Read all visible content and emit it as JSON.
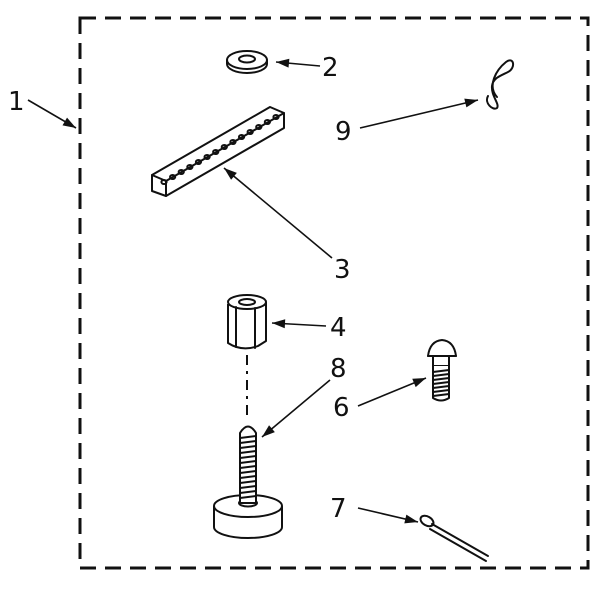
{
  "diagram": {
    "callouts": [
      {
        "id": "1",
        "label": "1",
        "part": "kit-outline"
      },
      {
        "id": "2",
        "label": "2",
        "part": "washer"
      },
      {
        "id": "3",
        "label": "3",
        "part": "perforated-strap"
      },
      {
        "id": "4",
        "label": "4",
        "part": "hex-coupling-nut"
      },
      {
        "id": "6",
        "label": "6",
        "part": "carriage-bolt"
      },
      {
        "id": "7",
        "label": "7",
        "part": "cotter-pin"
      },
      {
        "id": "8",
        "label": "8",
        "part": "leveling-leg"
      },
      {
        "id": "9",
        "label": "9",
        "part": "wire-clip"
      }
    ],
    "colors": {
      "ink": "#111111",
      "background": "#ffffff"
    }
  }
}
